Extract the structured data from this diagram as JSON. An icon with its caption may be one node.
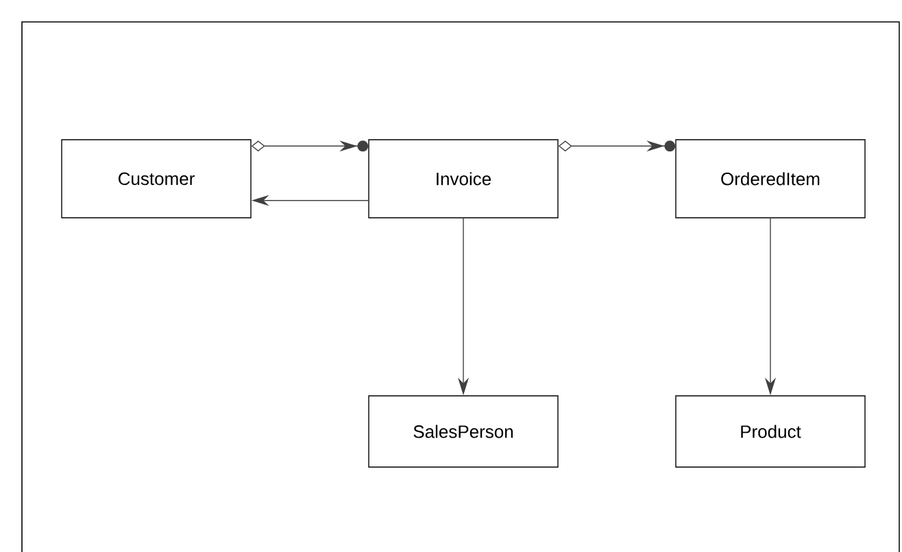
{
  "diagram": {
    "nodes": [
      {
        "text": [
          "Customer"
        ]
      },
      {
        "text": [
          "Invoice"
        ]
      },
      {
        "text": [
          "OrderedItem"
        ]
      },
      {
        "text": [
          "SalesPerson"
        ]
      },
      {
        "text": [
          "Product"
        ]
      }
    ],
    "edges": [
      {
        "from": 0,
        "to": 1,
        "arrow": "to"
      },
      {
        "from": 1,
        "to": 0,
        "arrow": "to"
      },
      {
        "from": 1,
        "to": 2,
        "arrow": "to"
      },
      {
        "from": 1,
        "to": 3,
        "arrow": "to"
      },
      {
        "from": 2,
        "to": 4,
        "arrow": "to"
      }
    ]
  }
}
